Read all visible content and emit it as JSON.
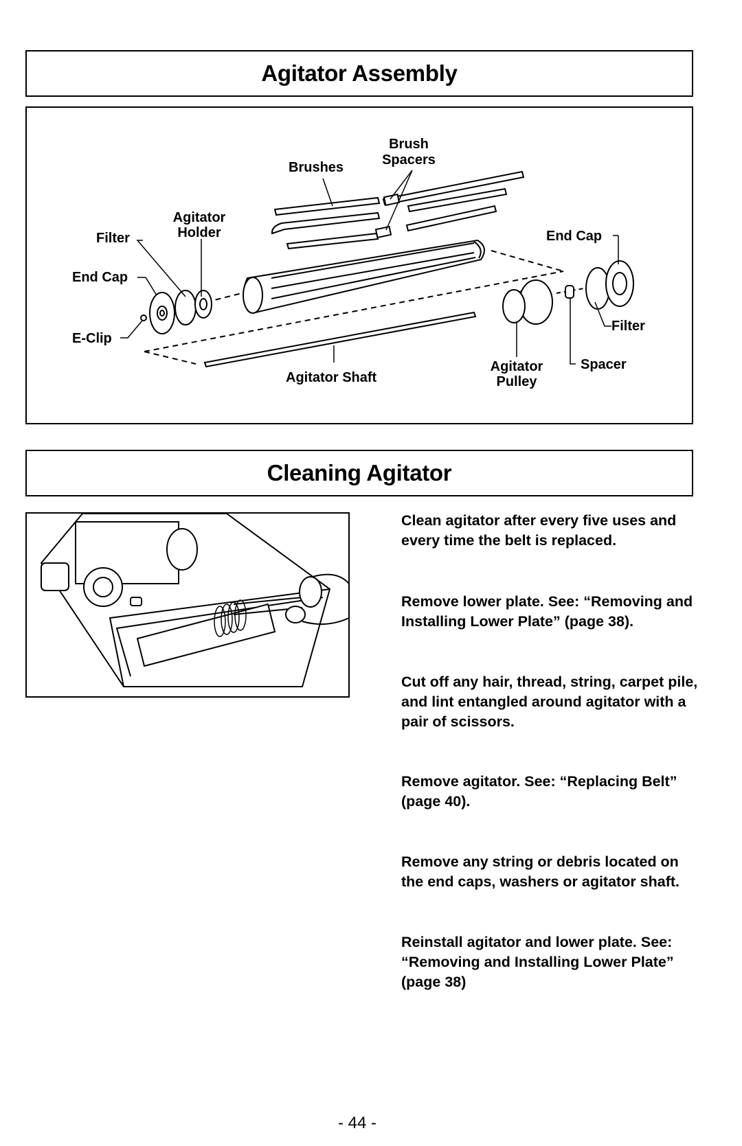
{
  "assembly": {
    "title": "Agitator Assembly",
    "labels": {
      "brush_spacers": "Brush Spacers",
      "brush_line1": "Brush",
      "brush_line2": "Spacers",
      "brushes": "Brushes",
      "agitator_holder_line1": "Agitator",
      "agitator_holder_line2": "Holder",
      "filter_left": "Filter",
      "end_cap_left": "End Cap",
      "e_clip": "E-Clip",
      "agitator_shaft": "Agitator Shaft",
      "end_cap_right": "End Cap",
      "filter_right": "Filter",
      "agitator_pulley_line1": "Agitator",
      "agitator_pulley_line2": "Pulley",
      "spacer": "Spacer"
    }
  },
  "cleaning": {
    "title": "Cleaning Agitator",
    "paragraphs": [
      "Clean agitator after every five uses and every time the belt is replaced.",
      "Remove lower plate. See: “Removing and Installing Lower Plate” (page 38).",
      "Cut off any hair, thread, string, carpet pile, and lint entangled around agitator with a pair of scissors.",
      "Remove agitator. See: “Replacing Belt” (page 40).",
      "Remove any string or debris located on the end caps, washers or agitator shaft.",
      "Reinstall agitator and lower plate. See: “Removing and Installing Lower Plate” (page 38)"
    ]
  },
  "footer": {
    "page_number": "- 44 -"
  }
}
